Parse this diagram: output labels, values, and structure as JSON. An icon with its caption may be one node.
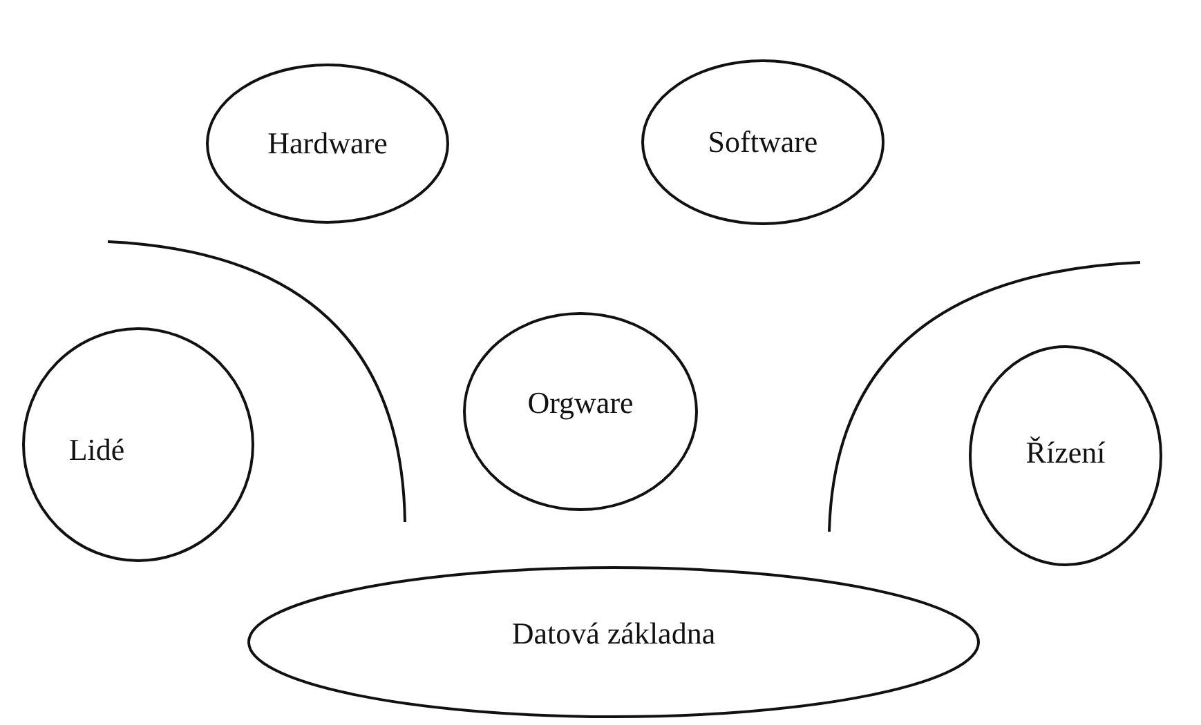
{
  "diagram": {
    "nodes": [
      {
        "text": [
          "Hardware"
        ]
      },
      {
        "text": [
          "Software"
        ]
      },
      {
        "text": [
          "Lidé"
        ]
      },
      {
        "text": [
          "Orgware"
        ]
      },
      {
        "text": [
          "Řízení"
        ]
      },
      {
        "text": [
          "Datová základna"
        ]
      }
    ]
  }
}
